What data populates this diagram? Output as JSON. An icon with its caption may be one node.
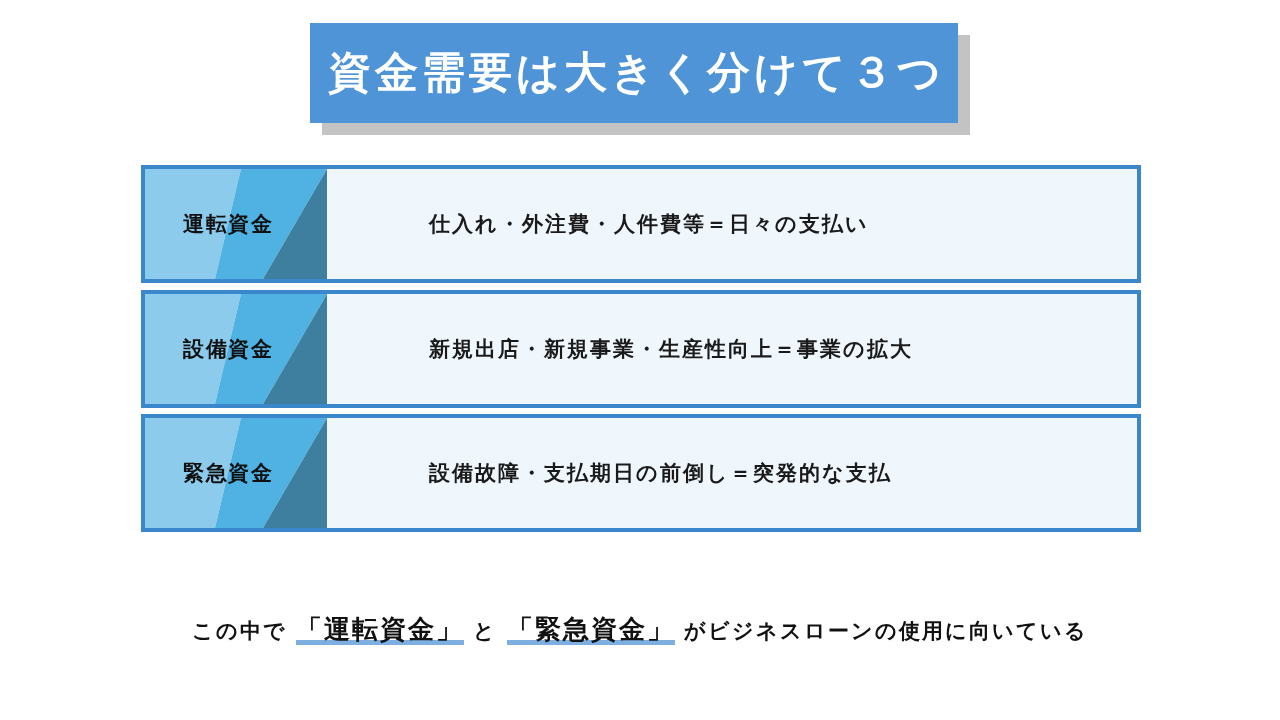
{
  "diagram": {
    "title": "資金需要は大きく分けて３つ",
    "nodes": [
      {
        "text": [
          "運転資金",
          "仕入れ・外注費・人件費等＝日々の支払い"
        ]
      },
      {
        "text": [
          "設備資金",
          "新規出店・新規事業・生産性向上＝事業の拡大"
        ]
      },
      {
        "text": [
          "緊急資金",
          "設備故障・支払期日の前倒し＝突発的な支払"
        ]
      }
    ],
    "caption": "この中で **「運転資金」** と **「緊急資金」** がビジネスローンの使用に向いている"
  }
}
